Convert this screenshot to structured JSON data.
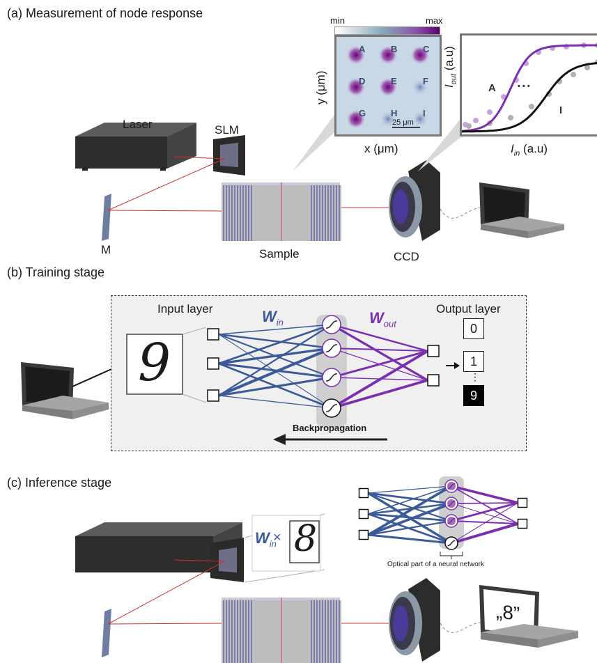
{
  "section_a": {
    "title": "(a) Measurement of node response",
    "laser": "Laser",
    "slm": "SLM",
    "mirror": "M",
    "sample": "Sample",
    "ccd": "CCD",
    "colorbar_min": "min",
    "colorbar_max": "max",
    "map_xlabel": "x (μm)",
    "map_ylabel": "y (μm)",
    "node_labels": [
      "A",
      "B",
      "C",
      "D",
      "E",
      "F",
      "G",
      "H",
      "I"
    ],
    "scale_bar": "25 μm",
    "curve_ylabel_main": "I",
    "curve_ylabel_sub": "out",
    "curve_ylabel_unit": "(a.u)",
    "curve_xlabel_main": "I",
    "curve_xlabel_sub": "in",
    "curve_xlabel_unit": "(a.u)",
    "curve_label_a": "A",
    "curve_label_i": "I",
    "curve_dots": "• • •"
  },
  "section_b": {
    "title": "(b)   Training stage",
    "input_layer": "Input layer",
    "output_layer": "Output layer",
    "w_in_main": "W",
    "w_in_sub": "in",
    "w_out_main": "W",
    "w_out_sub": "out",
    "outputs": [
      "0",
      "1",
      "9"
    ],
    "vdots": "⋮",
    "backprop": "Backpropagation",
    "digit": "9"
  },
  "section_c": {
    "title": "(c) Inference stage",
    "w_main": "W",
    "w_sub": "in",
    "times": "×",
    "digit": "8",
    "optical_caption": "Optical part of a neural network",
    "screen_text": "„8”"
  },
  "colors": {
    "blue": "#3a5a9a",
    "purple": "#7a2fb0",
    "laser_red": "#d23030",
    "sample_stripe": "#7c7fb0"
  }
}
